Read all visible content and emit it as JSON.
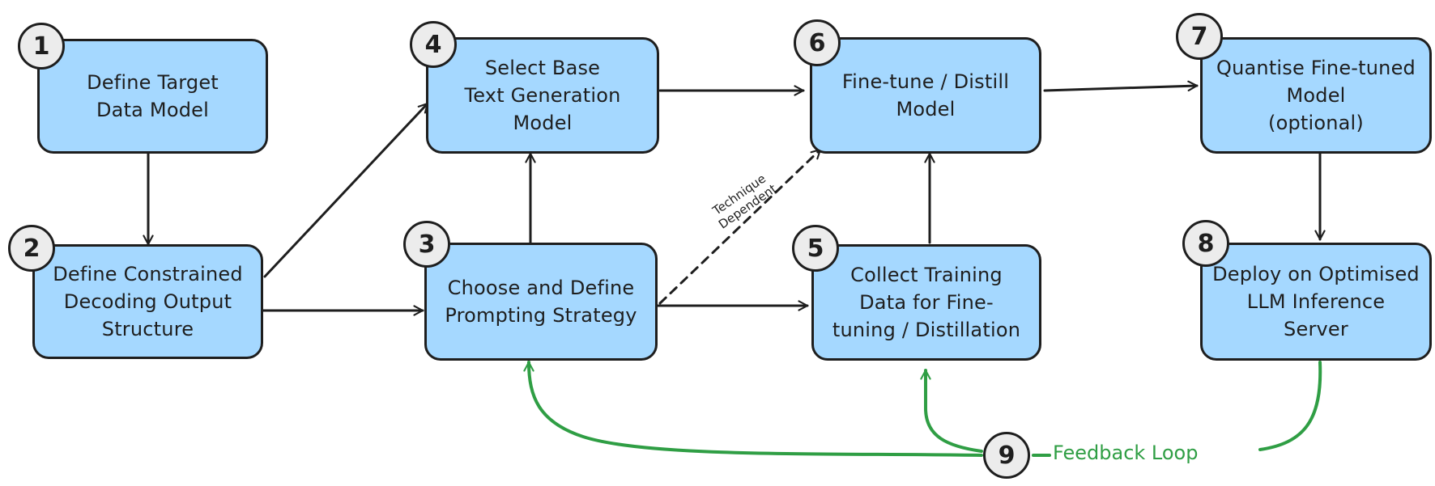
{
  "colors": {
    "node_fill": "#a5d8ff",
    "stroke": "#1e1e1e",
    "badge_fill": "#ececec",
    "feedback": "#2f9e44"
  },
  "nodes": [
    {
      "id": "n1",
      "number": "1",
      "label": "Define Target\nData Model"
    },
    {
      "id": "n2",
      "number": "2",
      "label": "Define Constrained\nDecoding Output\nStructure"
    },
    {
      "id": "n3",
      "number": "3",
      "label": "Choose and Define\nPrompting Strategy"
    },
    {
      "id": "n4",
      "number": "4",
      "label": "Select Base\nText Generation\nModel"
    },
    {
      "id": "n5",
      "number": "5",
      "label": "Collect Training\nData for Fine-\ntuning / Distillation"
    },
    {
      "id": "n6",
      "number": "6",
      "label": "Fine-tune / Distill\nModel"
    },
    {
      "id": "n7",
      "number": "7",
      "label": "Quantise Fine-tuned\nModel\n(optional)"
    },
    {
      "id": "n8",
      "number": "8",
      "label": "Deploy on Optimised\nLLM Inference\nServer"
    }
  ],
  "feedback": {
    "number": "9",
    "label": "Feedback Loop"
  },
  "edges": [
    {
      "from": "n1",
      "to": "n2",
      "style": "solid"
    },
    {
      "from": "n2",
      "to": "n3",
      "style": "solid"
    },
    {
      "from": "n2",
      "to": "n4",
      "style": "solid"
    },
    {
      "from": "n3",
      "to": "n4",
      "style": "solid"
    },
    {
      "from": "n3",
      "to": "n5",
      "style": "solid"
    },
    {
      "from": "n3",
      "to": "n6",
      "style": "dashed",
      "label": "Technique\nDependent"
    },
    {
      "from": "n4",
      "to": "n6",
      "style": "solid"
    },
    {
      "from": "n5",
      "to": "n6",
      "style": "solid"
    },
    {
      "from": "n6",
      "to": "n7",
      "style": "solid"
    },
    {
      "from": "n7",
      "to": "n8",
      "style": "solid"
    },
    {
      "from": "feedback",
      "to": "n3",
      "style": "feedback"
    },
    {
      "from": "feedback",
      "to": "n5",
      "style": "feedback"
    },
    {
      "from": "n8",
      "to": "feedback",
      "style": "feedback"
    }
  ]
}
